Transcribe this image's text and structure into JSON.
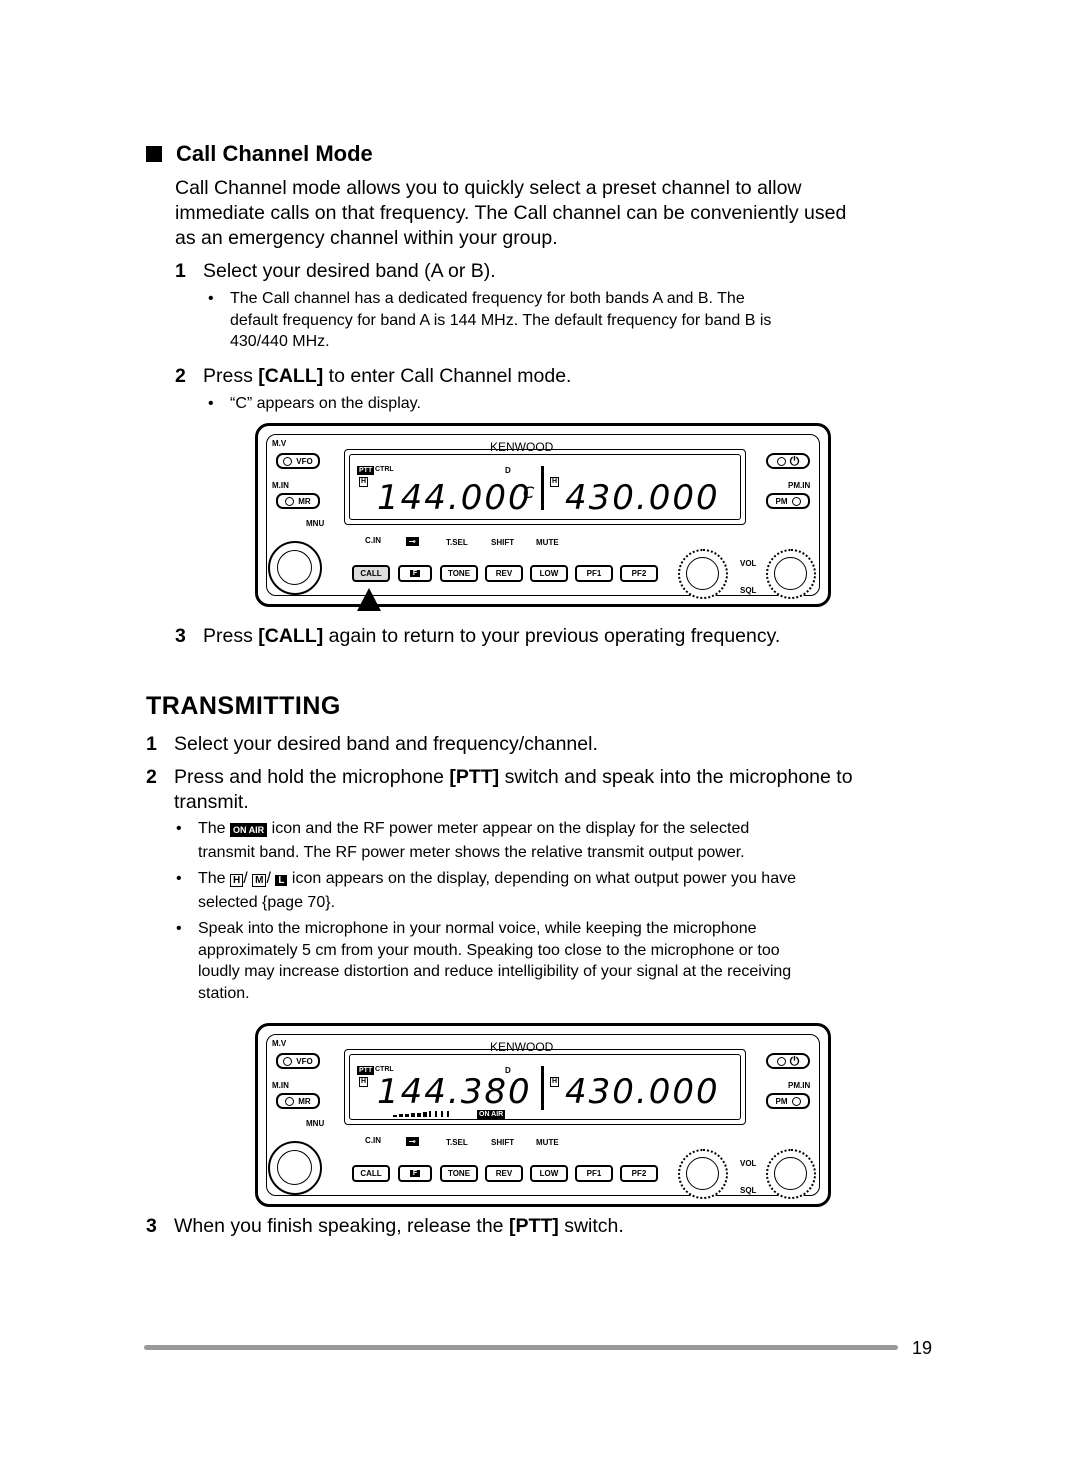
{
  "call_section": {
    "heading": "Call Channel Mode",
    "intro_line1": "Call Channel mode allows you to quickly select a preset channel to allow",
    "intro_line2": "immediate calls on that frequency.  The Call channel can be conveniently used",
    "intro_line3": "as an emergency channel within your group.",
    "step1_num": "1",
    "step1_text": "Select your desired band (A or B).",
    "step1_bullet_l1": "The Call channel has a dedicated frequency for both bands A and B.  The",
    "step1_bullet_l2": "default frequency for band A is 144 MHz.  The default frequency for band B is",
    "step1_bullet_l3": "430/440 MHz.",
    "step2_num": "2",
    "step2_pre": "Press ",
    "step2_key": "[CALL]",
    "step2_post": " to enter Call Channel mode.",
    "step2_bullet": "“C” appears on the display.",
    "step3_num": "3",
    "step3_pre": "Press ",
    "step3_key": "[CALL]",
    "step3_post": " again to return to your previous operating frequency."
  },
  "transmit_section": {
    "heading": "TRANSMITTING",
    "step1_num": "1",
    "step1_text": "Select your desired band and frequency/channel.",
    "step2_num": "2",
    "step2_pre": "Press and hold the microphone ",
    "step2_key": "[PTT]",
    "step2_post": " switch and speak into the microphone to",
    "step2_line2": "transmit.",
    "b1_pre": "The ",
    "b1_icon": "ON AIR",
    "b1_post": " icon and the RF power meter appear on the display for the selected",
    "b1_l2": "transmit band.  The RF power meter shows the relative transmit output power.",
    "b2_pre": "The ",
    "b2_icon_h": "H",
    "b2_icon_m": "M",
    "b2_icon_l": "L",
    "b2_post": " icon appears on the display, depending on what output power you have",
    "b2_l2": "selected {page 70}.",
    "b3_l1": "Speak into the microphone in your normal voice, while keeping the microphone",
    "b3_l2": "approximately 5 cm from your mouth.  Speaking too close to the microphone or too",
    "b3_l3": "loudly may increase distortion and reduce intelligibility of your signal at the receiving",
    "b3_l4": "station.",
    "step3_num": "3",
    "step3_pre": "When you finish speaking, release the ",
    "step3_key": "[PTT]",
    "step3_post": " switch."
  },
  "radio": {
    "brand": "KENWOOD",
    "mv": "M.V",
    "vfo": "VFO",
    "min": "M.IN",
    "mr": "MR",
    "mnu": "MNU",
    "pmin": "PM.IN",
    "pm": "PM",
    "power_icon": "power-icon",
    "ptt": "PTT",
    "ctrl": "CTRL",
    "d": "D",
    "h": "H",
    "cin": "C.IN",
    "tsel": "T.SEL",
    "shift": "SHIFT",
    "mute": "MUTE",
    "vol": "VOL",
    "sql": "SQL",
    "call": "CALL",
    "f": "F",
    "tone": "TONE",
    "rev": "REV",
    "low": "LOW",
    "pf1": "PF1",
    "pf2": "PF2",
    "onair": "ON AIR"
  },
  "display1": {
    "freq_a": "144.000",
    "c_mark": "C",
    "freq_b": "430.000"
  },
  "display2": {
    "freq_a": "144.380",
    "freq_b": "430.000"
  },
  "page_number": "19"
}
